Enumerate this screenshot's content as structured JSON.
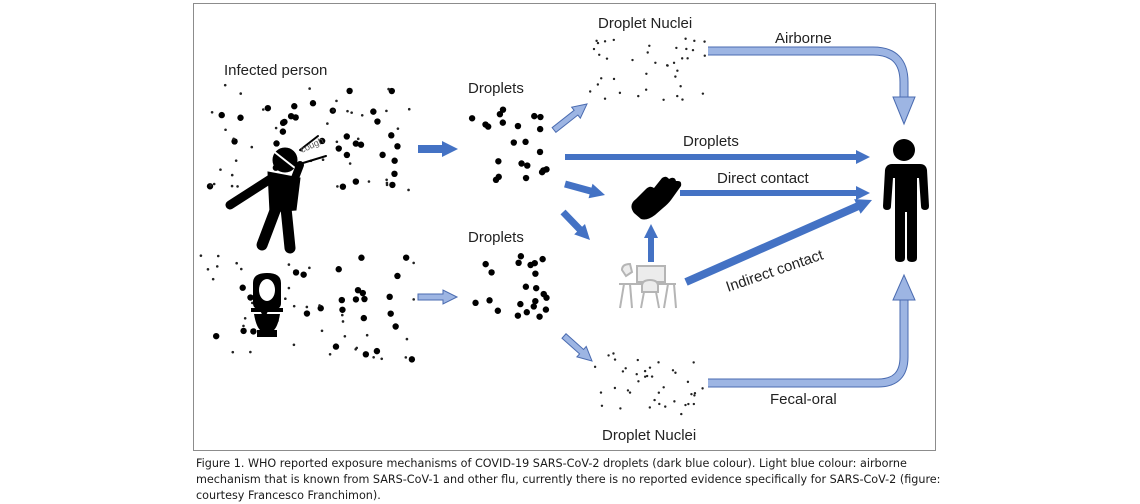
{
  "figure": {
    "labels": {
      "infected_person": "Infected person",
      "droplets_top": "Droplets",
      "droplets_bottom": "Droplets",
      "droplet_nuclei_top": "Droplet Nuclei",
      "droplet_nuclei_bottom": "Droplet Nuclei",
      "cough": "cough"
    },
    "routes": [
      {
        "id": "airborne",
        "label": "Airborne",
        "color_type": "light"
      },
      {
        "id": "droplets",
        "label": "Droplets",
        "color_type": "dark"
      },
      {
        "id": "direct-contact",
        "label": "Direct contact",
        "color_type": "dark"
      },
      {
        "id": "indirect-contact",
        "label": "Indirect contact",
        "color_type": "dark"
      },
      {
        "id": "fecal-oral",
        "label": "Fecal-oral",
        "color_type": "light"
      }
    ],
    "colors": {
      "dark_blue": "#4472c4",
      "light_blue": "#9db5e3",
      "light_blue_stroke": "#4a6bb0",
      "icon_black": "#000000",
      "workstation_gray": "#b5b5b5"
    },
    "icons": [
      "coughing-person-icon",
      "toilet-icon",
      "hand-icon",
      "workstation-icon",
      "person-icon"
    ]
  },
  "caption": {
    "text": "Figure 1. WHO reported exposure mechanisms of COVID-19 SARS-CoV-2 droplets (dark blue colour). Light blue colour: airborne mechanism that is known from SARS-CoV-1 and other flu, currently there is no reported evidence specifically for SARS-CoV-2 (figure: courtesy Francesco Franchimon)."
  }
}
